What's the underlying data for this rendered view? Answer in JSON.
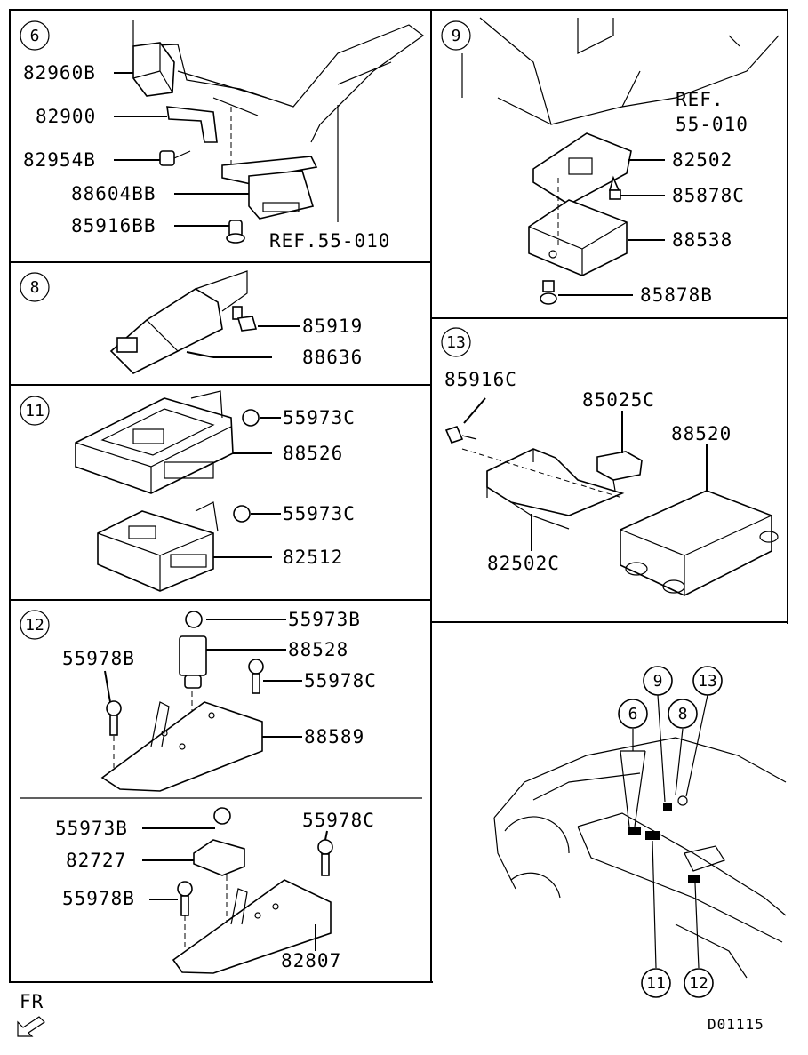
{
  "diagram_code": "D01115",
  "front_label": "FR",
  "colors": {
    "line": "#000000",
    "background": "#ffffff"
  },
  "sections": [
    {
      "id": "6",
      "labels": [
        "82960B",
        "82900",
        "82954B",
        "88604BB",
        "85916BB"
      ],
      "ref": "REF.55-010"
    },
    {
      "id": "9",
      "labels": [
        "82502",
        "85878C",
        "88538",
        "85878B"
      ],
      "ref_line1": "REF.",
      "ref_line2": "55-010"
    },
    {
      "id": "8",
      "labels": [
        "85919",
        "88636"
      ]
    },
    {
      "id": "11",
      "labels": [
        "55973C",
        "88526",
        "55973C",
        "82512"
      ]
    },
    {
      "id": "13",
      "labels": [
        "85916C",
        "85025C",
        "88520",
        "82502C"
      ]
    },
    {
      "id": "12",
      "labels": [
        "55973B",
        "88528",
        "55978B",
        "55978C",
        "88589",
        "55973B",
        "55978C",
        "82727",
        "55978B",
        "82807"
      ]
    }
  ],
  "vehicle_callouts": [
    "6",
    "9",
    "8",
    "13",
    "11",
    "12"
  ]
}
